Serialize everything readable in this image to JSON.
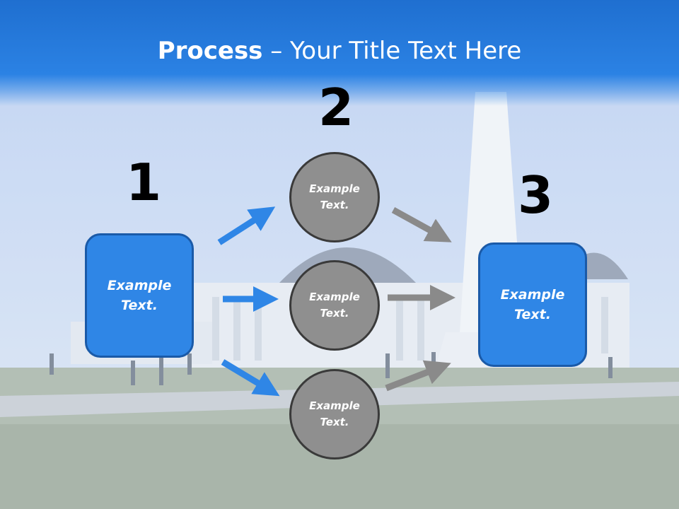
{
  "title": {
    "bold": "Process",
    "rest": " – Your Title Text Here"
  },
  "steps": {
    "one": {
      "number": "1",
      "line1": "Example",
      "line2": "Text."
    },
    "two": {
      "number": "2"
    },
    "three": {
      "number": "3",
      "line1": "Example",
      "line2": "Text."
    }
  },
  "circles": [
    {
      "line1": "Example",
      "line2": "Text."
    },
    {
      "line1": "Example",
      "line2": "Text."
    },
    {
      "line1": "Example",
      "line2": "Text."
    }
  ],
  "colors": {
    "header": "#2b82e4",
    "box_fill": "#2f86e6",
    "box_border": "#1a5aa8",
    "circle_fill": "#8f8f8f",
    "circle_border": "#3a3a3a",
    "blue_arrow": "#2f86e6",
    "gray_arrow": "#8a8a8a"
  },
  "icons": [
    "right-arrow-icon"
  ]
}
